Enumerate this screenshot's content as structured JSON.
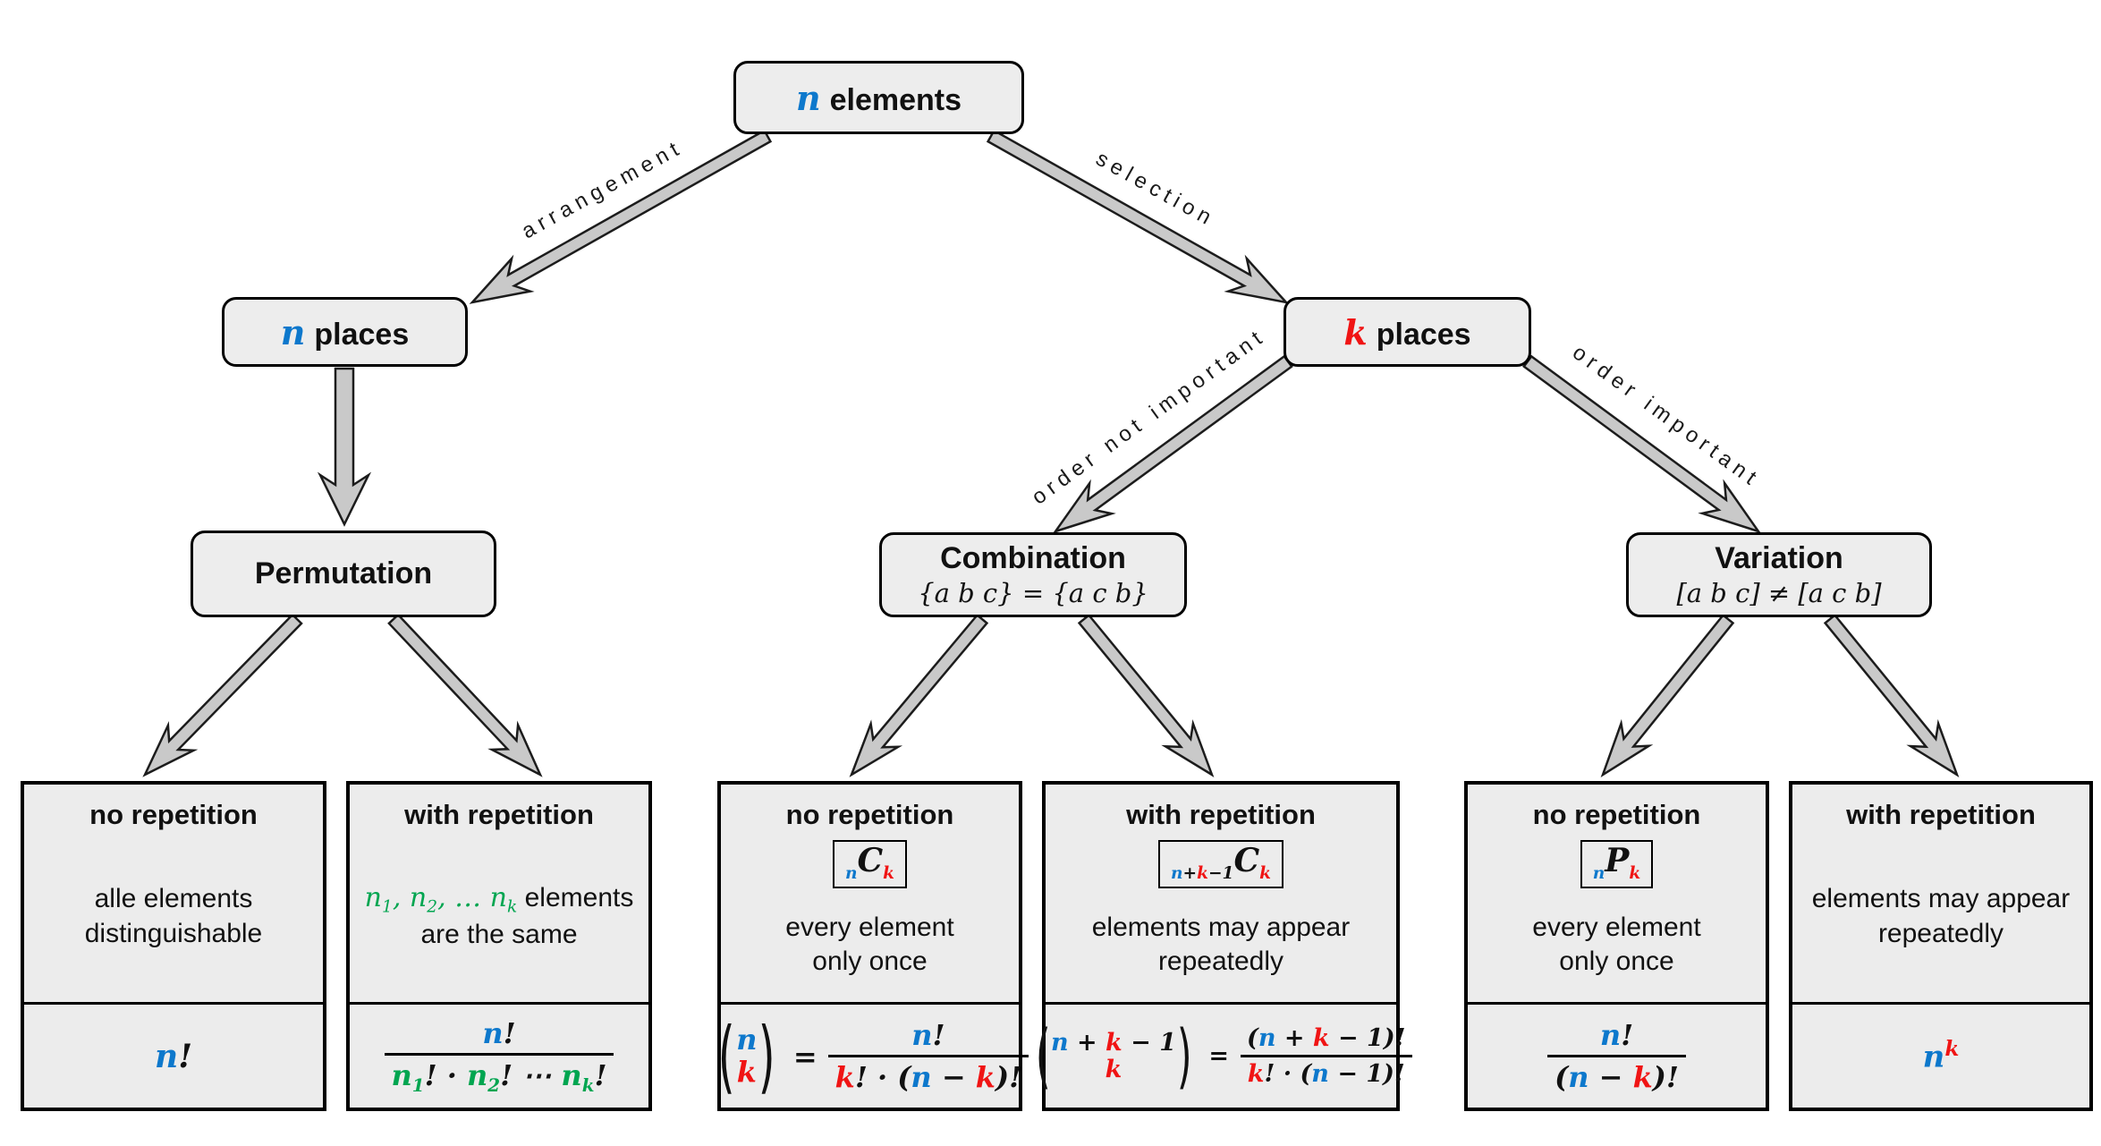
{
  "edges": {
    "arrangement": "arrangement",
    "selection": "selection",
    "order_not_important": "order not important",
    "order_important": "order important"
  },
  "nodes": {
    "root": {
      "sym": "n",
      "rest": "elements"
    },
    "n_places": {
      "sym": "n",
      "rest": "places"
    },
    "k_places": {
      "sym": "k",
      "rest": "places"
    },
    "permutation": {
      "title": "Permutation"
    },
    "combination": {
      "title": "Combination",
      "sub": "{a b c} = {a c b}"
    },
    "variation": {
      "title": "Variation",
      "sub": "[a b c] ≠ [a c b]"
    }
  },
  "leaves": {
    "perm_no": {
      "title": "no repetition",
      "desc_line1": "alle elements",
      "desc_line2": "distinguishable",
      "formula": {
        "n": "n",
        "bang": "!"
      }
    },
    "perm_with": {
      "title": "with repetition",
      "desc": {
        "a": "n",
        "a_s": "1",
        "b": ", ",
        "c": "n",
        "c_s": "2",
        "d": ", … ",
        "e": "n",
        "e_s": "k",
        "rest": " elements"
      },
      "desc_line2": "are the same",
      "formula": {
        "num_n": "n",
        "num_bang": "!",
        "den": {
          "a": "n",
          "a_s": "1",
          "t1": "! · ",
          "b": "n",
          "b_s": "2",
          "t2": "! ⋯ ",
          "c": "n",
          "c_s": "k",
          "t3": "!"
        }
      }
    },
    "comb_no": {
      "title": "no repetition",
      "badge": {
        "pre": "n",
        "letter": "C",
        "post": "k"
      },
      "desc_line1": "every element",
      "desc_line2": "only once",
      "formula": {
        "top": "n",
        "bot": "k",
        "eq": "=",
        "num_n": "n",
        "num_bang": "!",
        "den_k": "k",
        "den_t1": "! · (",
        "den_n": "n",
        "den_t2": " − ",
        "den_k2": "k",
        "den_t3": ")!"
      }
    },
    "comb_with": {
      "title": "with repetition",
      "badge": {
        "pre_n": "n",
        "pre_plus": "+",
        "pre_k": "k",
        "pre_minus": "−1",
        "letter": "C",
        "post": "k"
      },
      "desc_line1": "elements may appear",
      "desc_line2": "repeatedly",
      "formula": {
        "top_n": "n",
        "top_t1": " + ",
        "top_k": "k",
        "top_t2": " − 1",
        "bot": "k",
        "eq": "=",
        "num_t1": "(",
        "num_n": "n",
        "num_t2": " + ",
        "num_k": "k",
        "num_t3": " − 1)!",
        "den_k": "k",
        "den_t1": "! · (",
        "den_n": "n",
        "den_t2": " − 1)!"
      }
    },
    "var_no": {
      "title": "no repetition",
      "badge": {
        "pre": "n",
        "letter": "P",
        "post": "k"
      },
      "desc_line1": "every element",
      "desc_line2": "only once",
      "formula": {
        "num_n": "n",
        "num_bang": "!",
        "den_t1": "(",
        "den_n": "n",
        "den_t2": " − ",
        "den_k": "k",
        "den_t3": ")!"
      }
    },
    "var_with": {
      "title": "with repetition",
      "desc_line1": "elements may appear",
      "desc_line2": "repeatedly",
      "formula": {
        "base": "n",
        "sup": "k"
      }
    }
  },
  "colors": {
    "blue": "#0d78cc",
    "red": "#f01414",
    "green": "#00a550",
    "box_fill": "#ededed",
    "arrow_fill": "#c9c9c9"
  }
}
